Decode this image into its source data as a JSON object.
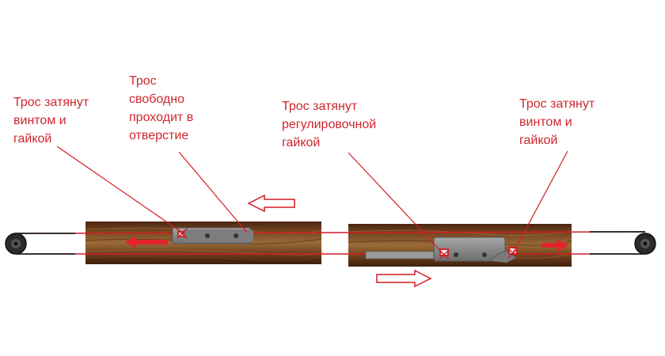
{
  "labels": [
    {
      "lines": [
        "Трос затянут",
        "винтом и",
        "гайкой"
      ]
    },
    {
      "lines": [
        "Трос",
        "свободно",
        "проходит в",
        "отверстие"
      ]
    },
    {
      "lines": [
        "Трос затянут",
        "регулировочной",
        "гайкой"
      ]
    },
    {
      "lines": [
        "Трос затянут",
        "винтом и",
        "гайкой"
      ]
    }
  ],
  "colors": {
    "label_red": "#d0262c",
    "cable_red": "#d41c24",
    "wood_dark": "#5a2f12",
    "wood_light": "#8b5a2b",
    "slider_gray": "#8c8c8c",
    "pulley_dark": "#222222"
  },
  "icons": [
    "pulley-icon",
    "arrow-left-filled-icon",
    "arrow-right-filled-icon",
    "arrow-left-outline-icon",
    "arrow-right-outline-icon"
  ]
}
